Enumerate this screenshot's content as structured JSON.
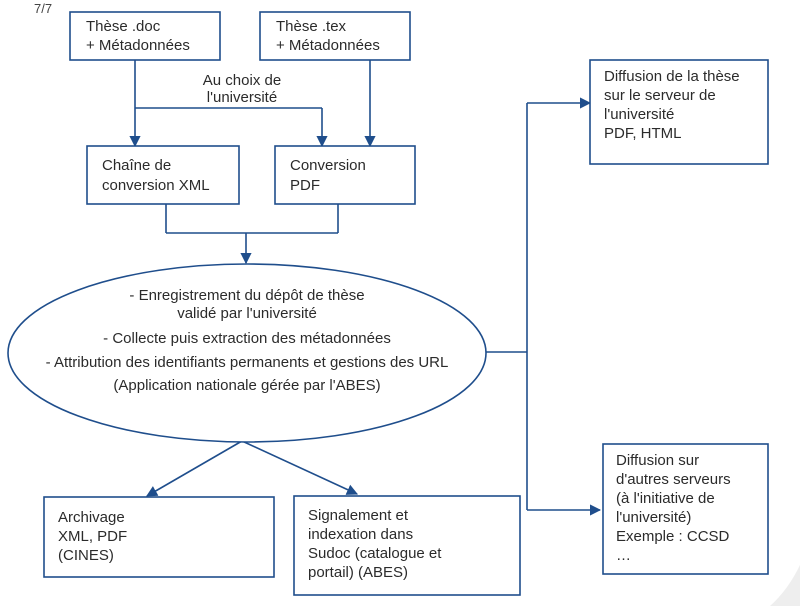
{
  "page_label": "7/7",
  "boxes": {
    "these_doc": [
      "Thèse .doc",
      "+ Métadonnées"
    ],
    "these_tex": [
      "Thèse .tex",
      "+ Métadonnées"
    ],
    "choix_label": [
      "Au choix de",
      "l'université"
    ],
    "chaine_xml": [
      "Chaîne de",
      "conversion XML"
    ],
    "conversion_pdf": [
      "Conversion",
      "PDF"
    ],
    "central": [
      "- Enregistrement du dépôt de thèse",
      "validé par l'université",
      "- Collecte puis extraction des métadonnées",
      "- Attribution des identifiants permanents et gestions des URL",
      "(Application nationale gérée par l'ABES)"
    ],
    "diffusion_serveur": [
      "Diffusion de la thèse",
      "sur le serveur de",
      "l'université",
      "PDF, HTML"
    ],
    "diffusion_autres": [
      "Diffusion sur",
      "d'autres serveurs",
      "(à l'initiative de",
      "l'université)",
      "Exemple : CCSD",
      "…"
    ],
    "archivage": [
      "Archivage",
      "XML, PDF",
      "(CINES)"
    ],
    "signalement": [
      "Signalement et",
      "indexation dans",
      "Sudoc (catalogue et",
      "portail) (ABES)"
    ]
  },
  "colors": {
    "accent": "#1f4e8c",
    "text": "#2b2b2b"
  }
}
